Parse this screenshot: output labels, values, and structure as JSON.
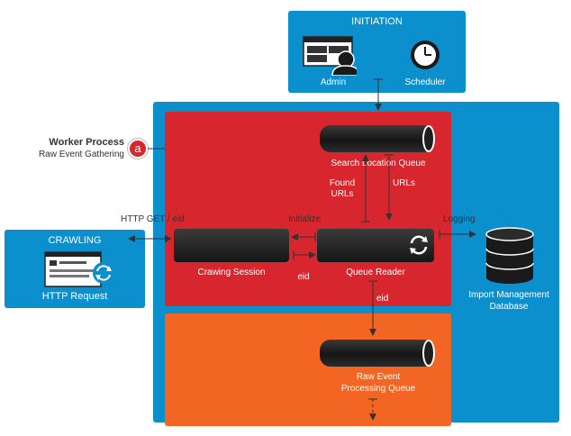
{
  "initiation": {
    "title": "INITIATION",
    "admin_label": "Admin",
    "scheduler_label": "Scheduler"
  },
  "worker": {
    "title": "Worker Process",
    "subtitle": "Raw Event Gathering",
    "badge": "a"
  },
  "crawling": {
    "title": "CRAWLING",
    "http_request_label": "HTTP Request"
  },
  "components": {
    "search_location_queue": "Search Location Queue",
    "crawing_session": "Crawing Session",
    "queue_reader": "Queue Reader",
    "raw_event_queue_line1": "Raw Event",
    "raw_event_queue_line2": "Processing Queue",
    "database_line1": "Import Management",
    "database_line2": "Database"
  },
  "edges": {
    "http_get": "HTTP GET / eid",
    "initialize": "Initialize",
    "logging": "Logging",
    "found_urls_line1": "Found",
    "found_urls_line2": "URLs",
    "urls": "URLs",
    "eid_session": "eid",
    "eid_queue": "eid"
  },
  "colors": {
    "blue": "#0c8fcd",
    "red": "#d8262f",
    "orange": "#f26522",
    "badge": "#d8262f"
  }
}
